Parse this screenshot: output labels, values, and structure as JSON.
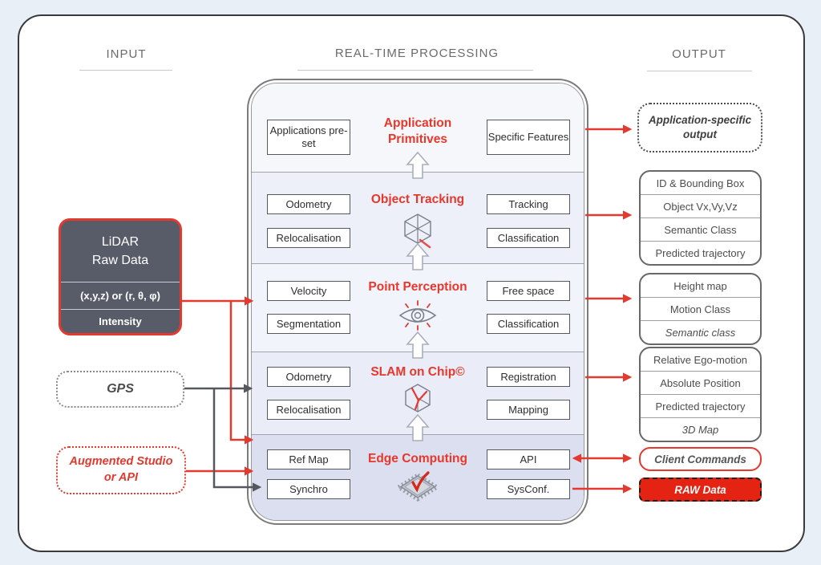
{
  "headers": {
    "input": "INPUT",
    "processing": "REAL-TIME PROCESSING",
    "output": "OUTPUT"
  },
  "colors": {
    "accent_red": "#e3392e",
    "lidar_slate": "#575c68",
    "arrow_dark": "#55585c",
    "panel_lavender": "#dcdfef"
  },
  "input": {
    "lidar": {
      "title1": "LiDAR",
      "title2": "Raw Data",
      "row1": "(x,y,z) or (r, θ, φ)",
      "row2": "Intensity"
    },
    "gps": {
      "label": "GPS"
    },
    "augmented": {
      "label1": "Augmented Studio",
      "label2": "or API"
    }
  },
  "processing": {
    "sections": [
      {
        "title1": "Application",
        "title2": "Primitives",
        "boxes_left": [
          "Applications pre-set"
        ],
        "boxes_right": [
          "Specific Features"
        ],
        "icon": "none"
      },
      {
        "title": "Object Tracking",
        "boxes_left": [
          "Odometry",
          "Relocalisation"
        ],
        "boxes_right": [
          "Tracking",
          "Classification"
        ],
        "icon": "cube-icon"
      },
      {
        "title": "Point Perception",
        "boxes_left": [
          "Velocity",
          "Segmentation"
        ],
        "boxes_right": [
          "Free space",
          "Classification"
        ],
        "icon": "eye-icon"
      },
      {
        "title": "SLAM on Chip©",
        "boxes_left": [
          "Odometry",
          "Relocalisation"
        ],
        "boxes_right": [
          "Registration",
          "Mapping"
        ],
        "icon": "hex-trajectory-icon"
      },
      {
        "title": "Edge Computing",
        "boxes_left": [
          "Ref Map",
          "Synchro"
        ],
        "boxes_right": [
          "API",
          "SysConf."
        ],
        "icon": "chip-icon"
      }
    ]
  },
  "output": {
    "app_specific": {
      "line1": "Application-specific",
      "line2": "output"
    },
    "tracking_rows": [
      "ID & Bounding Box",
      "Object Vx,Vy,Vz",
      "Semantic Class",
      "Predicted trajectory"
    ],
    "perception_rows": [
      "Height map",
      "Motion Class",
      "Semantic class"
    ],
    "slam_rows": [
      "Relative Ego-motion",
      "Absolute Position",
      "Predicted trajectory",
      "3D Map"
    ],
    "client_commands": "Client Commands",
    "raw_data": "RAW Data"
  }
}
